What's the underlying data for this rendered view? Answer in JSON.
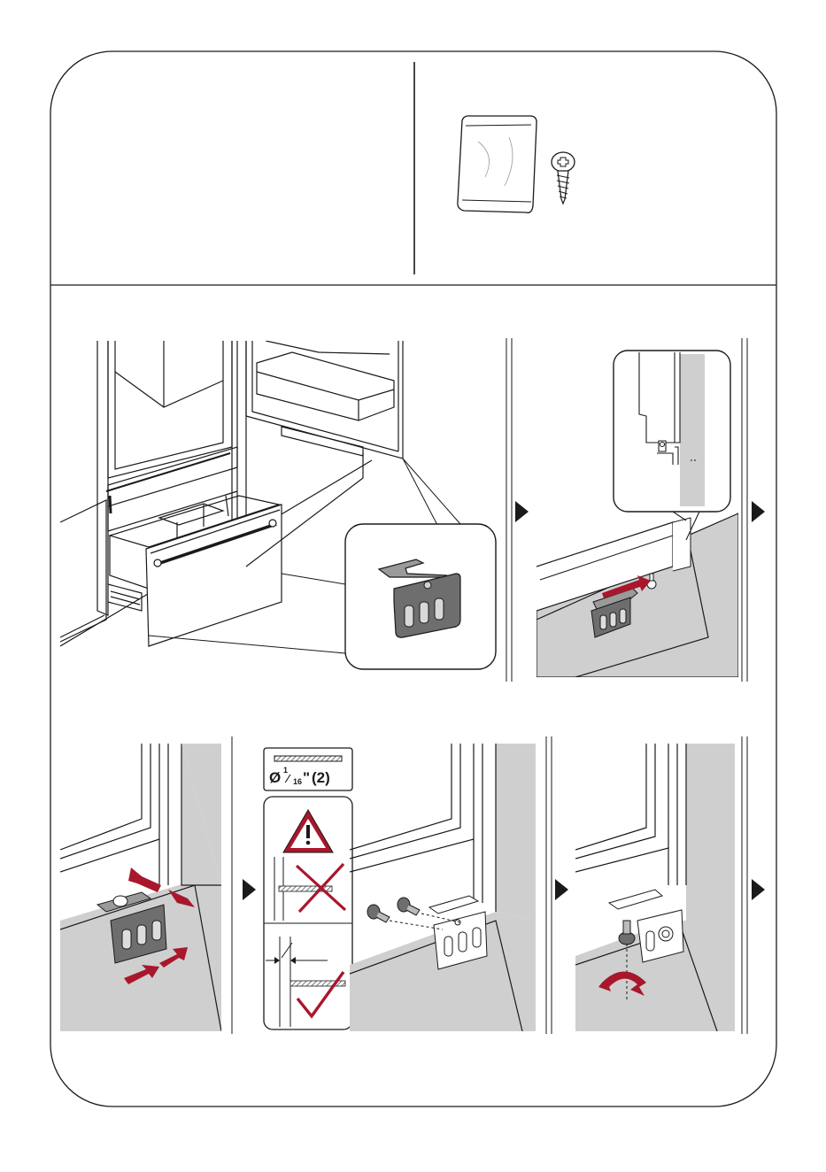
{
  "drill_spec": {
    "diameter_symbol": "Ø",
    "numerator": "1",
    "denominator": "16",
    "unit": "\"",
    "quantity": "(2)"
  },
  "colors": {
    "accent_red": "#a8172b",
    "panel_gray": "#cfcfcf",
    "part_dark": "#6e6e6e",
    "line": "#1a1a1a"
  },
  "icons": {
    "forward": "arrow-right-triangle",
    "warning": "warning-triangle-icon",
    "wrong": "x-mark-icon",
    "correct": "check-mark-icon"
  }
}
